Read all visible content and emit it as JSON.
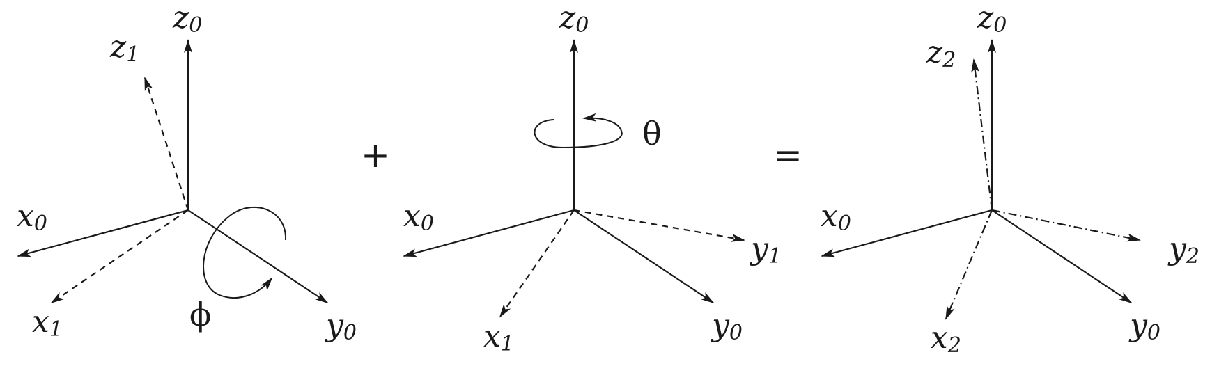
{
  "colors": {
    "ink": "#1a1a1a",
    "background": "#ffffff"
  },
  "operators": {
    "plus": "+",
    "equals": "="
  },
  "frames": [
    {
      "id": "rotation-phi",
      "angle_symbol": "ϕ",
      "axes": [
        {
          "base": "z",
          "sub": "0",
          "style": "solid"
        },
        {
          "base": "x",
          "sub": "0",
          "style": "solid"
        },
        {
          "base": "y",
          "sub": "0",
          "style": "solid"
        },
        {
          "base": "z",
          "sub": "1",
          "style": "dashed"
        },
        {
          "base": "x",
          "sub": "1",
          "style": "dashed"
        }
      ]
    },
    {
      "id": "rotation-theta",
      "angle_symbol": "θ",
      "axes": [
        {
          "base": "z",
          "sub": "0",
          "style": "solid"
        },
        {
          "base": "x",
          "sub": "0",
          "style": "solid"
        },
        {
          "base": "y",
          "sub": "0",
          "style": "solid"
        },
        {
          "base": "y",
          "sub": "1",
          "style": "dashed"
        },
        {
          "base": "x",
          "sub": "1",
          "style": "dashed"
        }
      ]
    },
    {
      "id": "combined-rotation",
      "axes": [
        {
          "base": "z",
          "sub": "0",
          "style": "solid"
        },
        {
          "base": "x",
          "sub": "0",
          "style": "solid"
        },
        {
          "base": "y",
          "sub": "0",
          "style": "solid"
        },
        {
          "base": "z",
          "sub": "2",
          "style": "dash-dot"
        },
        {
          "base": "y",
          "sub": "2",
          "style": "dash-dot"
        },
        {
          "base": "x",
          "sub": "2",
          "style": "dash-dot"
        }
      ]
    }
  ]
}
